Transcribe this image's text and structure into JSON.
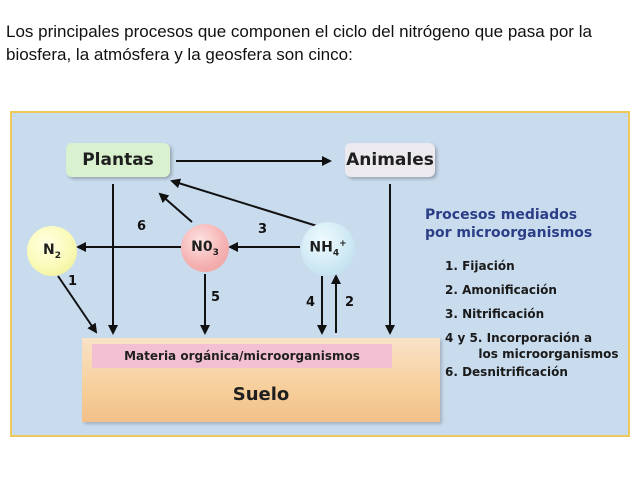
{
  "intro_text": "Los principales procesos que componen el ciclo del nitrógeno que pasa por la biosfera, la atmósfera y la geosfera son cinco:",
  "nodes": {
    "plantas": "Plantas",
    "animales": "Animales",
    "n2": {
      "base": "N",
      "sub": "2"
    },
    "no3": {
      "base": "N0",
      "sub": "3"
    },
    "nh4": {
      "base": "NH",
      "sub": "4",
      "sup": "+"
    },
    "materia": "Materia orgánica/microorganismos",
    "suelo": "Suelo"
  },
  "arrow_labels": {
    "a1": "1",
    "a2": "2",
    "a3": "3",
    "a4": "4",
    "a5": "5",
    "a6": "6"
  },
  "legend": {
    "title": "Procesos mediados\npor microorganismos",
    "items": [
      "1. Fijación",
      "2. Amonificación",
      "3. Nitrificación",
      "4 y 5. Incorporación a\n        los microorganismos",
      "6. Desnitrificación"
    ]
  },
  "colors": {
    "frame_bg": "#c9dcee",
    "frame_border": "#efc85d",
    "plantas_bg": "#d9f1cf",
    "animales_bg": "#ece9ef",
    "n2_bg": "#fafab7",
    "no3_bg": "#f6b3b3",
    "nh4_bg": "#cfe9f4",
    "materia_bg": "#f3c0d3",
    "suelo_bg": "#f7cf9b",
    "legend_title": "#2c3e87"
  }
}
